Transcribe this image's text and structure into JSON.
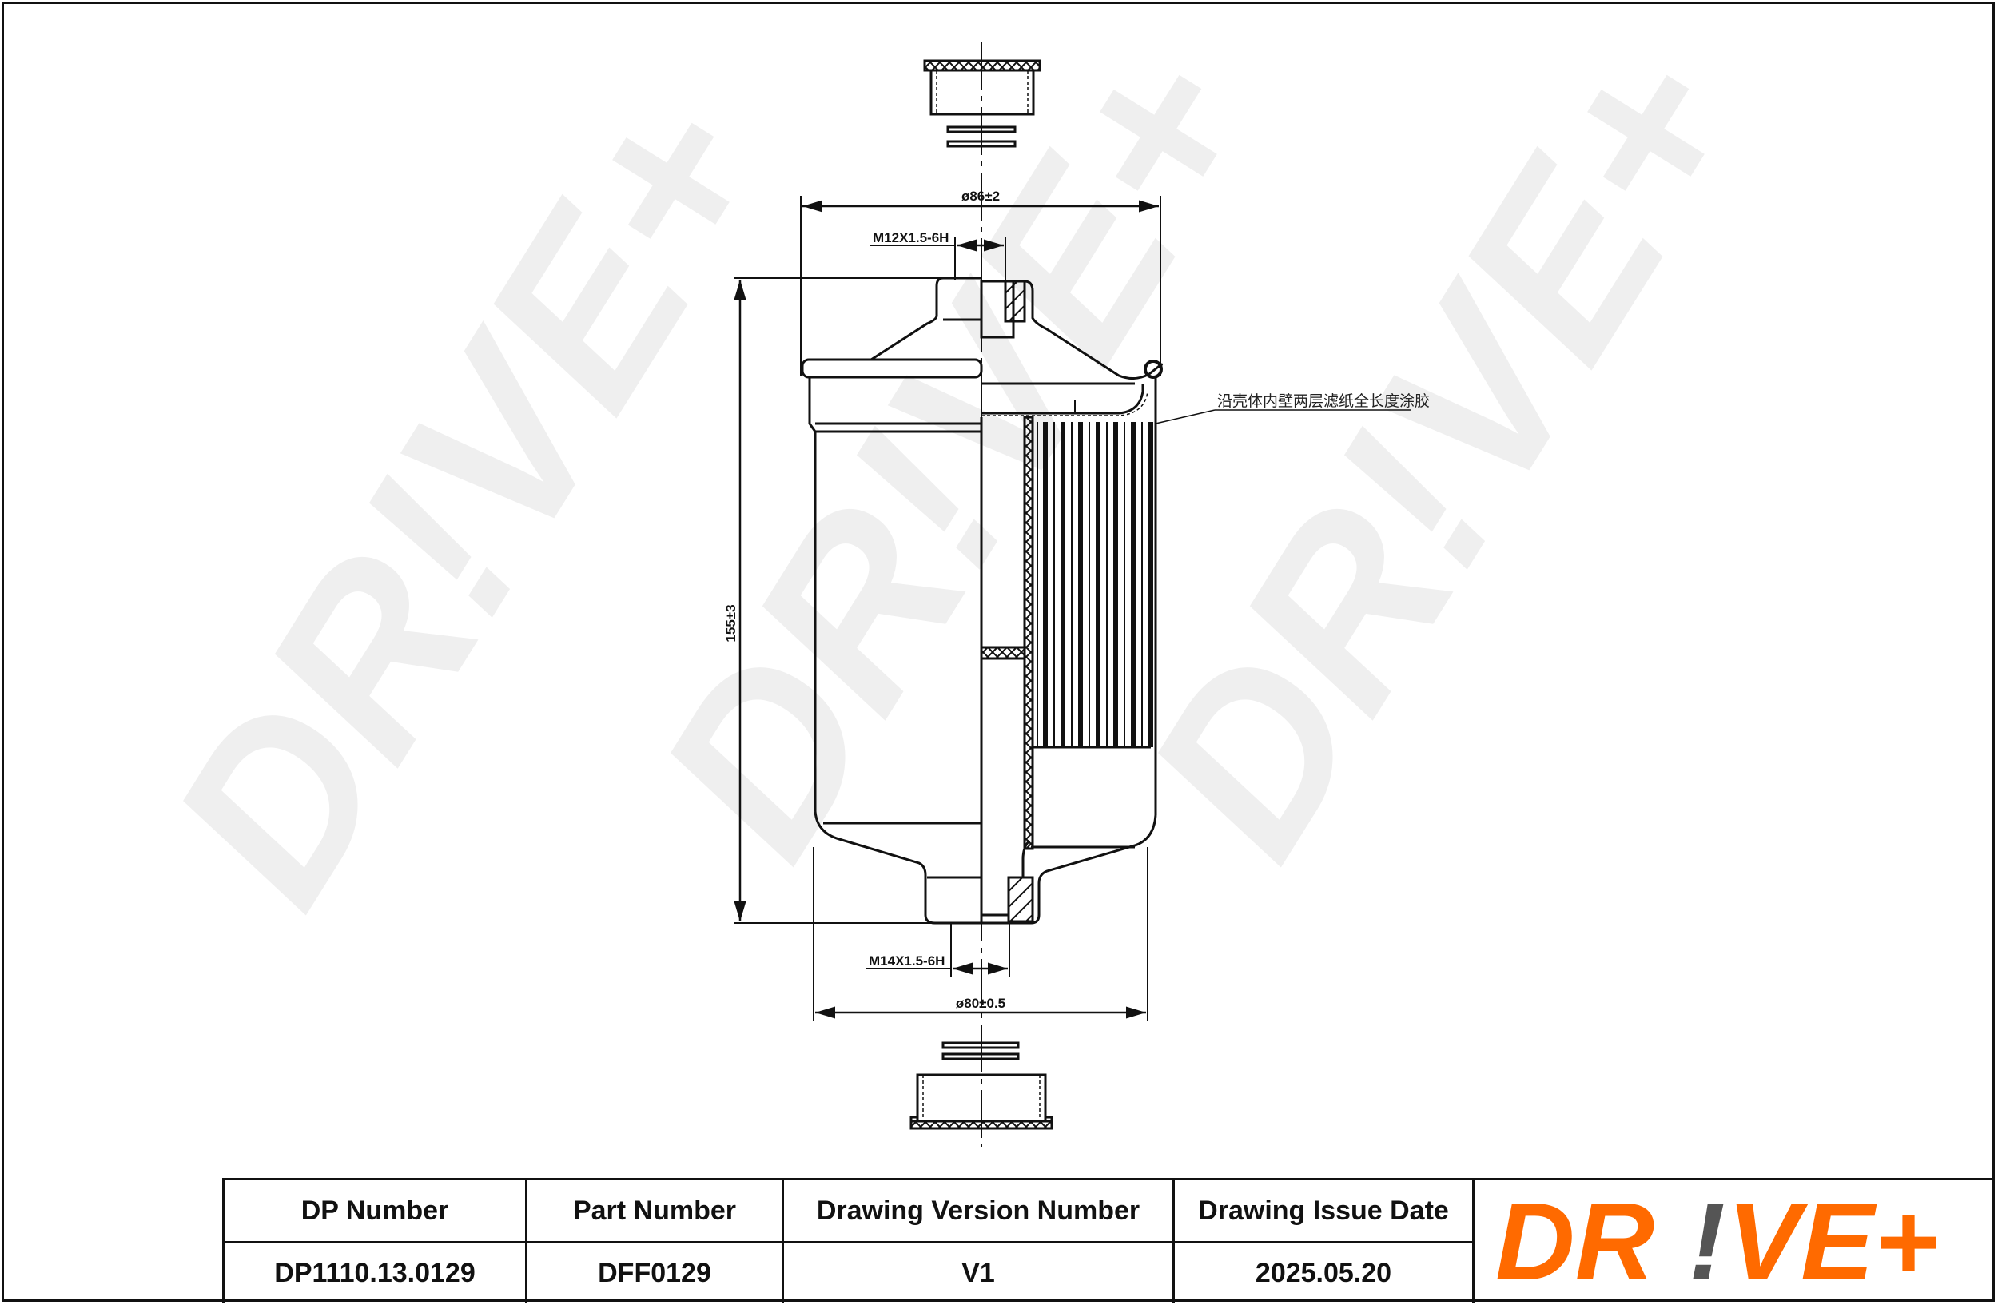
{
  "drawing": {
    "annotation_note": "沿壳体内壁两层滤纸全长度涂胶",
    "dimensions": {
      "top_diameter": "ø86±2",
      "top_thread": "M12X1.5-6H",
      "overall_height": "155±3",
      "bottom_thread": "M14X1.5-6H",
      "bottom_diameter": "ø80±0.5"
    },
    "watermark_text": "DR!VE+",
    "watermark_color": "#efefef"
  },
  "title_block": {
    "headers": [
      "DP Number",
      "Part Number",
      "Drawing Version Number",
      "Drawing Issue Date"
    ],
    "values": [
      "DP1110.13.0129",
      "DFF0129",
      "V1",
      "2025.05.20"
    ]
  },
  "logo": {
    "text_left": "DR",
    "text_mark": "!",
    "text_right": "VE+",
    "brand_color": "#ff6a00",
    "mark_color": "#555555"
  }
}
